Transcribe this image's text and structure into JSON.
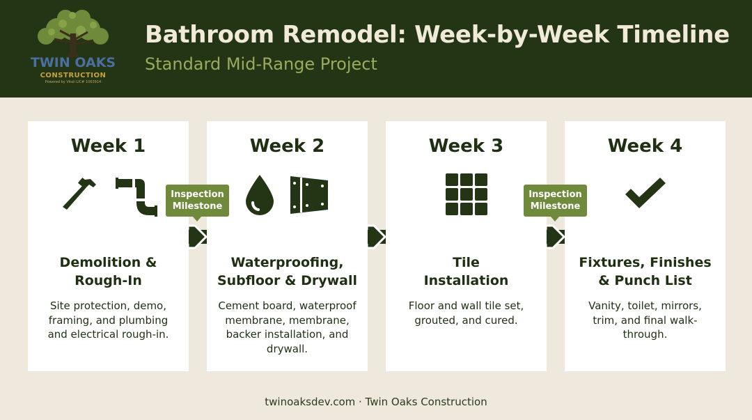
{
  "header": {
    "title": "Bathroom Remodel: Week-by-Week Timeline",
    "subtitle": "Standard Mid-Range Project"
  },
  "logo": {
    "name": "TWIN OAKS",
    "tagline": "CONSTRUCTION",
    "small_print": "Powered by Vitali LIC# 1063914"
  },
  "weeks": [
    {
      "label": "Week 1",
      "task_line1": "Demolition &",
      "task_line2": "Rough-In",
      "description": "Site protection, demo, framing, and plumbing and electrical rough-in.",
      "icons": [
        "hammer-icon",
        "pipe-icon"
      ]
    },
    {
      "label": "Week 2",
      "task_line1": "Waterproofing,",
      "task_line2": "Subfloor & Drywall",
      "description": "Cement board, waterproof membrane, membrane, backer installation, and drywall.",
      "icons": [
        "water-drop-icon",
        "panel-icon"
      ]
    },
    {
      "label": "Week 3",
      "task_line1": "Tile",
      "task_line2": "Installation",
      "description": "Floor and wall tile set, grouted, and cured.",
      "icons": [
        "tile-grid-icon"
      ]
    },
    {
      "label": "Week 4",
      "task_line1": "Fixtures, Finishes",
      "task_line2": "& Punch List",
      "description": "Vanity, toilet, mirrors, trim, and final walk-through.",
      "icons": [
        "checkmark-icon"
      ]
    }
  ],
  "milestones": [
    {
      "line1": "Inspection",
      "line2": "Milestone",
      "after_week": "Week 1"
    },
    {
      "line1": "Inspection",
      "line2": "Milestone",
      "after_week": "Week 3"
    }
  ],
  "footer": {
    "text": "twinoaksdev.com · Twin Oaks Construction"
  },
  "colors": {
    "header_bg": "#233515",
    "page_bg": "#efe9dd",
    "card_bg": "#ffffff",
    "timeline": "#233515",
    "badge": "#6f8a3a",
    "title": "#f1ead8",
    "subtitle": "#9aab5c"
  }
}
